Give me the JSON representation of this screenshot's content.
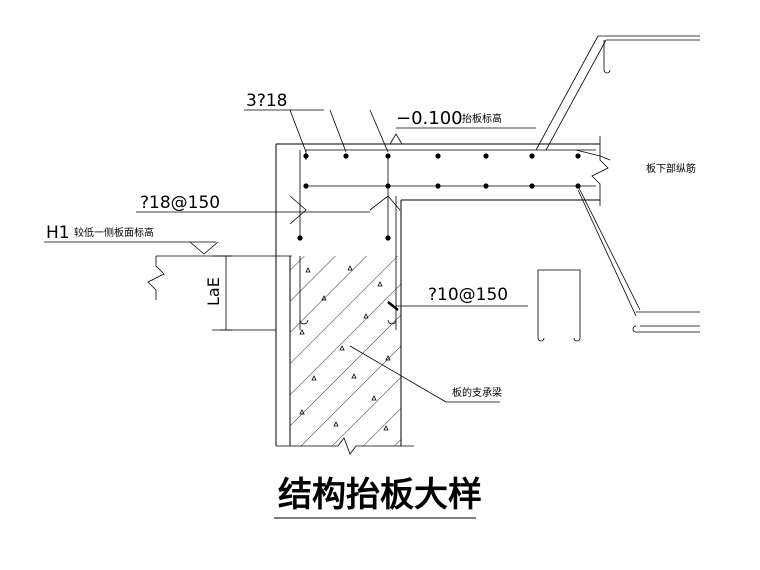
{
  "labels": {
    "top_bars": "3?18",
    "elevation_value": "−0.100",
    "elevation_note": "抬板标高",
    "side_bars": "?18@150",
    "h1_value": "H1",
    "h1_note": "较低一侧板面标高",
    "stirrups": "?10@150",
    "lae": "LaE",
    "bottom_rebar": "板下部纵筋",
    "support_beam": "板的支承梁"
  },
  "title": "结构抬板大样"
}
